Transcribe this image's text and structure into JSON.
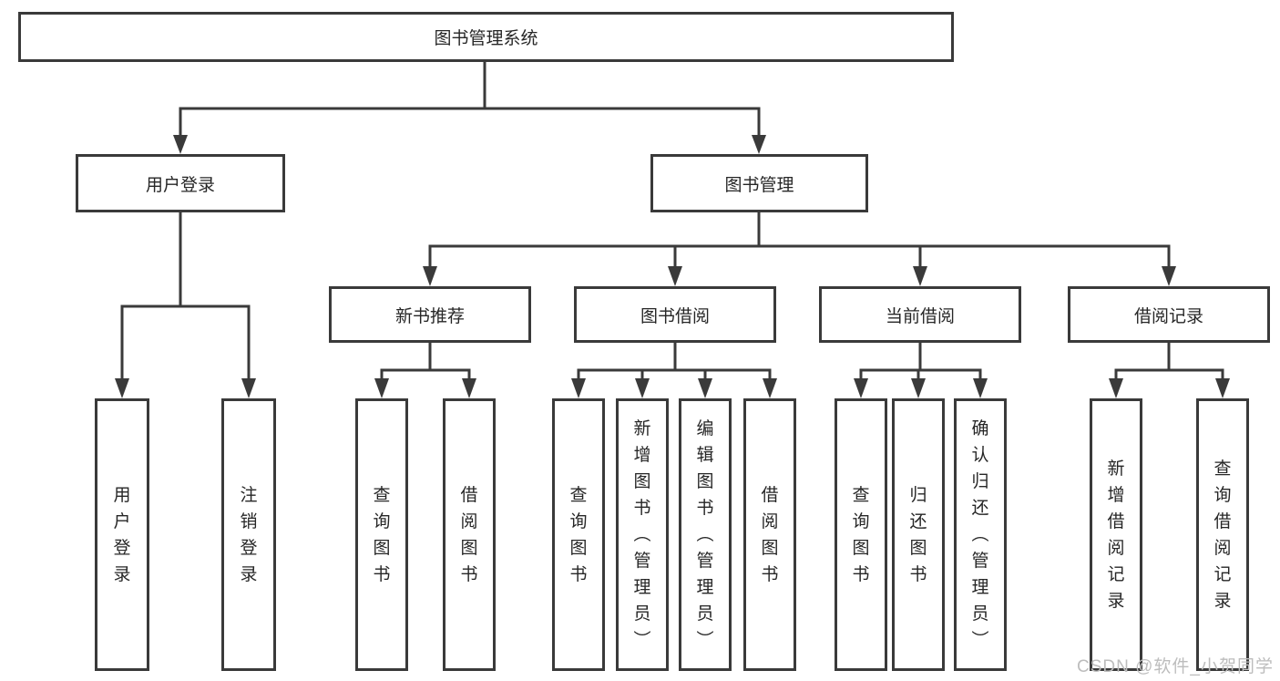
{
  "diagram_title": "图书管理系统",
  "watermark": "CSDN @软件_小贺同学",
  "colors": {
    "line": "#3a3a3a",
    "box_border": "#3a3a3a",
    "text": "#262626",
    "background": "#ffffff",
    "watermark_text": "#bdbdbd"
  },
  "nodes": {
    "root": {
      "label": "图书管理系统"
    },
    "userLogin": {
      "label": "用户登录"
    },
    "bookMgmt": {
      "label": "图书管理"
    },
    "newBooks": {
      "label": "新书推荐"
    },
    "bookBorrow": {
      "label": "图书借阅"
    },
    "currentBorrow": {
      "label": "当前借阅"
    },
    "borrowRecords": {
      "label": "借阅记录"
    },
    "leafUserLogin": {
      "label": "用户登录"
    },
    "leafLogout": {
      "label": "注销登录"
    },
    "leafQueryBooksNew": {
      "label": "查询图书"
    },
    "leafBorrowBooksNew": {
      "label": "借阅图书"
    },
    "leafQueryBooksBorrow": {
      "label": "查询图书"
    },
    "leafAddBooks": {
      "label": "新增图书（管理员）"
    },
    "leafEditBooks": {
      "label": "编辑图书（管理员）"
    },
    "leafBorrowBooks": {
      "label": "借阅图书"
    },
    "leafQueryBooksCurrent": {
      "label": "查询图书"
    },
    "leafReturnBooks": {
      "label": "归还图书"
    },
    "leafConfirmReturn": {
      "label": "确认归还（管理员）"
    },
    "leafAddBorrowRecord": {
      "label": "新增借阅记录"
    },
    "leafQueryBorrowRecord": {
      "label": "查询借阅记录"
    }
  }
}
